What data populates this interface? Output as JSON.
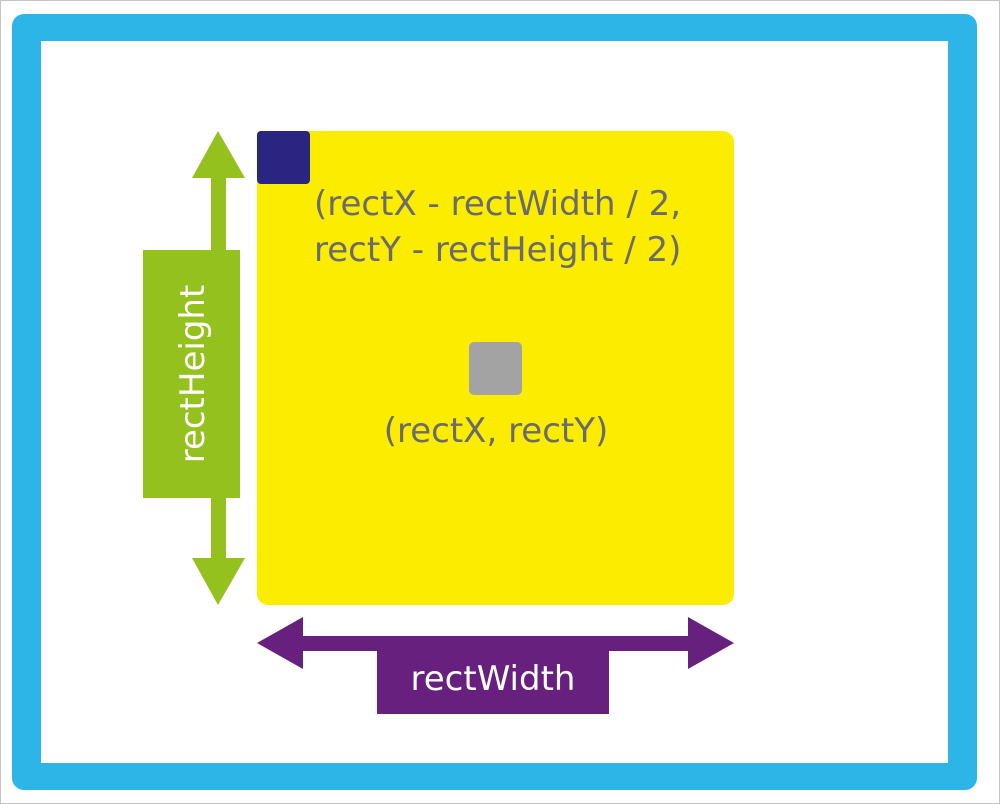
{
  "diagram": {
    "corner_label_line1": "(rectX - rectWidth / 2,",
    "corner_label_line2": "rectY - rectHeight / 2)",
    "center_label": "(rectX, rectY)",
    "height_label": "rectHeight",
    "width_label": "rectWidth"
  },
  "colors": {
    "frame_outer": "#2eb5e8",
    "frame_inner": "#ffffff",
    "page_border": "#c4c4c4",
    "rectangle_fill": "#fbec00",
    "corner_marker": "#2b2582",
    "center_marker": "#a3a3a3",
    "label_text": "#6b6b6b",
    "height_arrow": "#95c11f",
    "width_arrow": "#68207f",
    "arrow_label_text": "#ffffff"
  }
}
